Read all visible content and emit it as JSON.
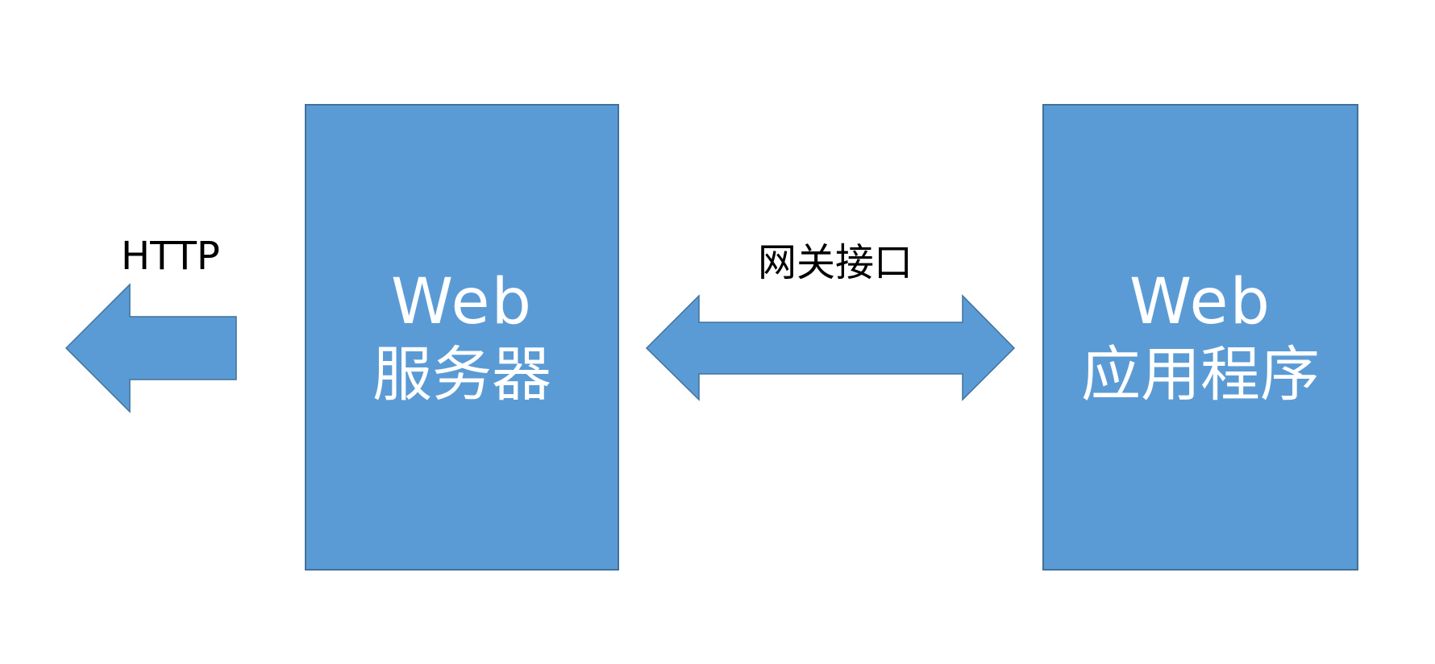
{
  "colors": {
    "box_fill": "#5b9bd5",
    "box_border": "#41719c",
    "arrow_fill": "#5b9bd5",
    "label_text": "#000000",
    "box_text": "#ffffff"
  },
  "http_arrow": {
    "label": "HTTP",
    "direction": "left"
  },
  "web_server": {
    "line1": "Web",
    "line2": "服务器"
  },
  "gateway_arrow": {
    "label": "网关接口",
    "direction": "bidirectional"
  },
  "web_application": {
    "line1": "Web",
    "line2": "应用程序"
  }
}
